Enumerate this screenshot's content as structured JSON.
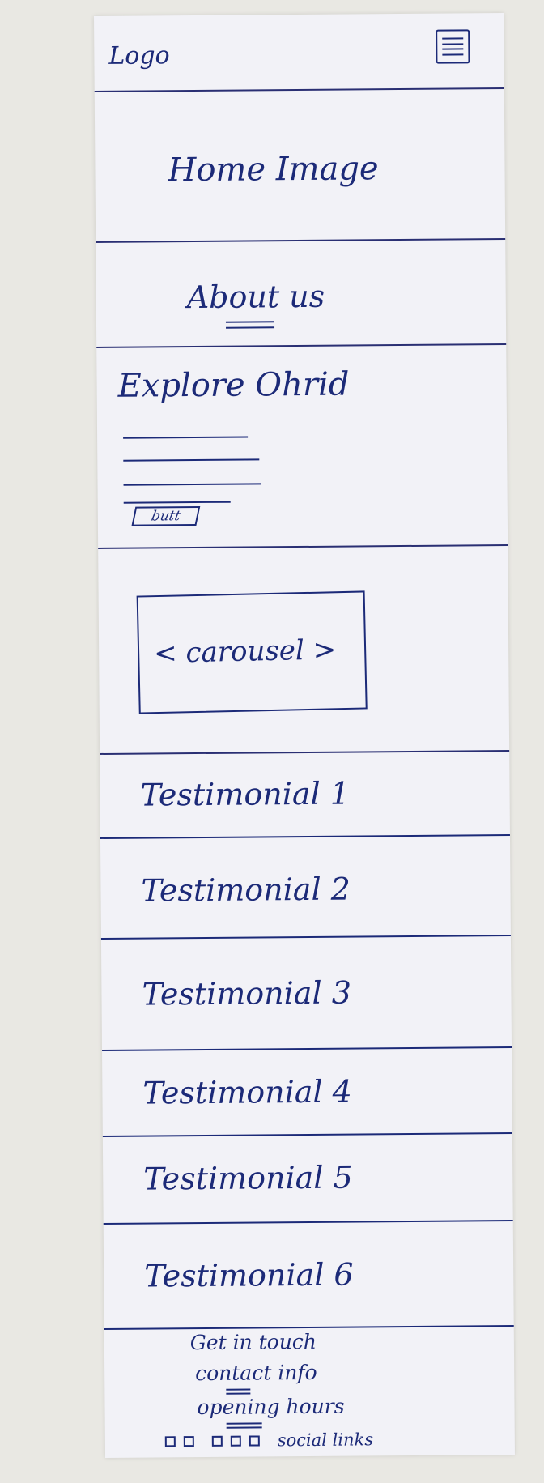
{
  "header": {
    "logo": "Logo",
    "menu_icon": "hamburger-menu-icon"
  },
  "home": {
    "title": "Home Image"
  },
  "about": {
    "title": "About us"
  },
  "explore": {
    "title": "Explore Ohrid",
    "button_label": "butt"
  },
  "carousel": {
    "label": "< carousel >"
  },
  "testimonials": [
    {
      "label": "Testimonial 1"
    },
    {
      "label": "Testimonial 2"
    },
    {
      "label": "Testimonial 3"
    },
    {
      "label": "Testimonial 4"
    },
    {
      "label": "Testimonial 5"
    },
    {
      "label": "Testimonial 6"
    }
  ],
  "footer": {
    "get_in_touch": "Get in touch",
    "contact_info": "contact info",
    "opening_hours": "opening hours",
    "social_links": "social links",
    "social_icon_count": 5
  },
  "colors": {
    "ink": "#1c2a78",
    "paper": "#f2f2f7",
    "background": "#e9e8e3"
  }
}
